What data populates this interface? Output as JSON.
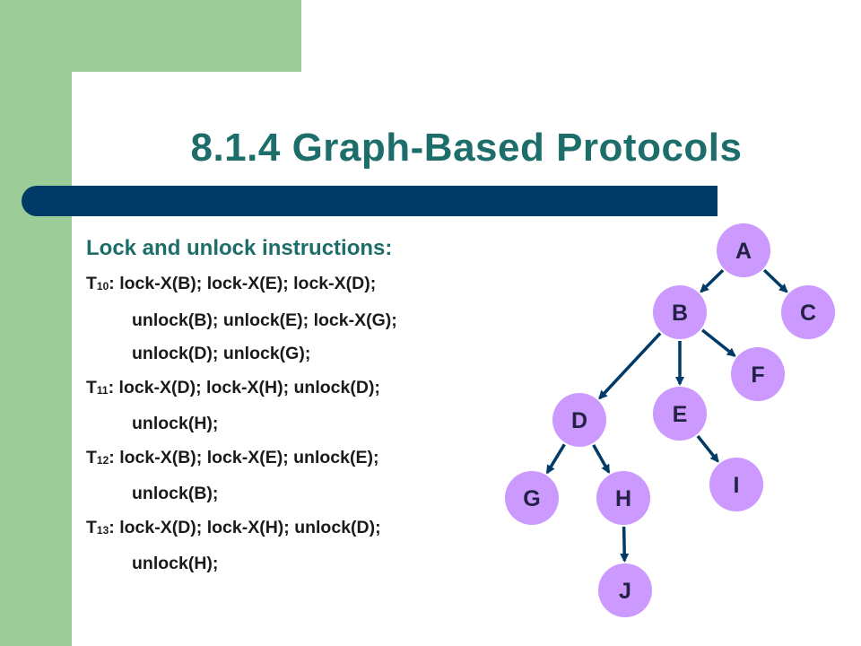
{
  "slide": {
    "title": "8.1.4 Graph-Based Protocols",
    "heading": "Lock and unlock instructions:",
    "transactions": [
      {
        "id": "T",
        "sub": "10",
        "lines": [
          ": lock-X(B); lock-X(E); lock-X(D);",
          "unlock(B); unlock(E); lock-X(G);",
          "unlock(D); unlock(G);"
        ]
      },
      {
        "id": "T",
        "sub": "11",
        "lines": [
          ": lock-X(D); lock-X(H); unlock(D);",
          "unlock(H);"
        ]
      },
      {
        "id": "T",
        "sub": "12",
        "lines": [
          ": lock-X(B); lock-X(E); unlock(E);",
          "unlock(B);"
        ]
      },
      {
        "id": "T",
        "sub": "13",
        "lines": [
          ": lock-X(D); lock-X(H); unlock(D);",
          "unlock(H);"
        ]
      }
    ]
  },
  "tree": {
    "node_color": "#cc99ff",
    "edge_color": "#003a66",
    "nodes": [
      "A",
      "B",
      "C",
      "D",
      "E",
      "F",
      "G",
      "H",
      "I",
      "J"
    ],
    "edges": [
      [
        "A",
        "B"
      ],
      [
        "A",
        "C"
      ],
      [
        "B",
        "D"
      ],
      [
        "B",
        "E"
      ],
      [
        "B",
        "F"
      ],
      [
        "D",
        "G"
      ],
      [
        "D",
        "H"
      ],
      [
        "E",
        "I"
      ],
      [
        "H",
        "J"
      ]
    ]
  },
  "colors": {
    "accent_green": "#9ccc98",
    "title_teal": "#1d6e6a",
    "bar_navy": "#003a66"
  }
}
